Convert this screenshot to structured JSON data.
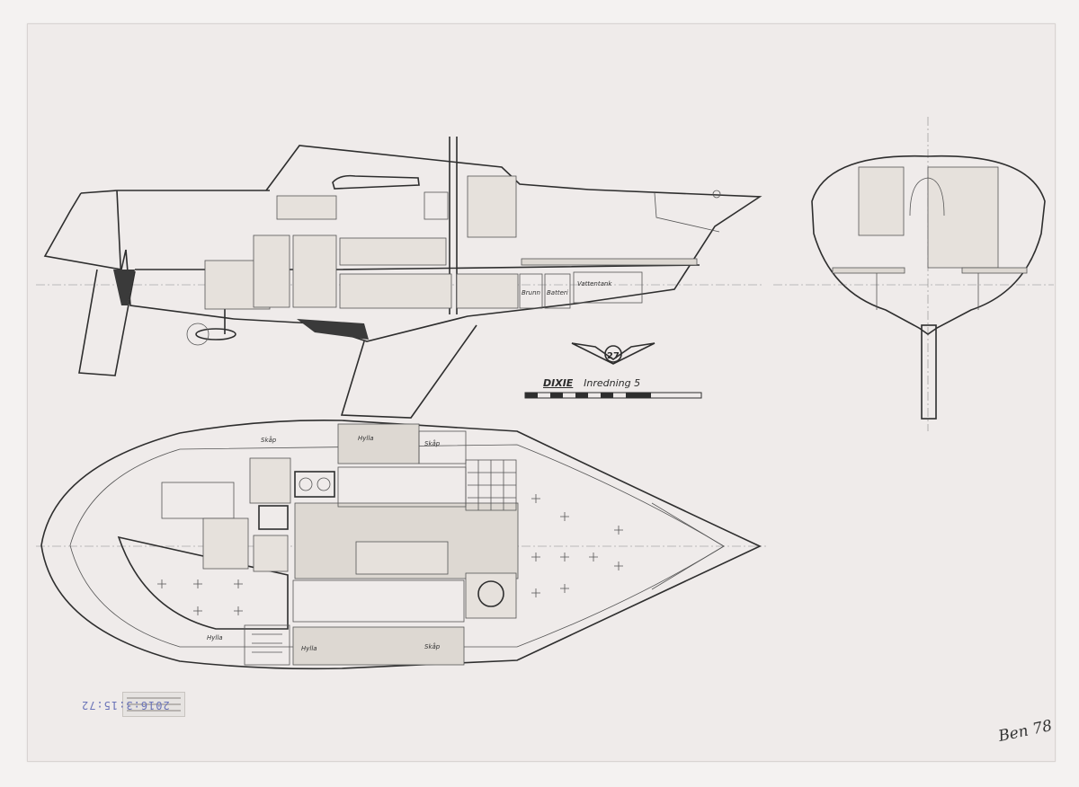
{
  "drawing": {
    "title": "DIXIE",
    "subtitle": "Inredning 5",
    "logo_number": "27",
    "labels_profile": {
      "brunn": "Brunn",
      "batteri": "Batteri",
      "vattentank": "Vattentank"
    },
    "labels_plan": {
      "skap_1": "Skåp",
      "hylla_1": "Hylla",
      "skap_2": "Skåp",
      "hylla_2": "Hylla",
      "hylla_3": "Hylla",
      "skap_3": "Skåp"
    },
    "stamp_number": "2016:3:15:72",
    "signature": "Ben 78",
    "ink_color": "#2e2e2e",
    "paper_color": "#efebea",
    "stamp_color": "#6b74b8"
  }
}
